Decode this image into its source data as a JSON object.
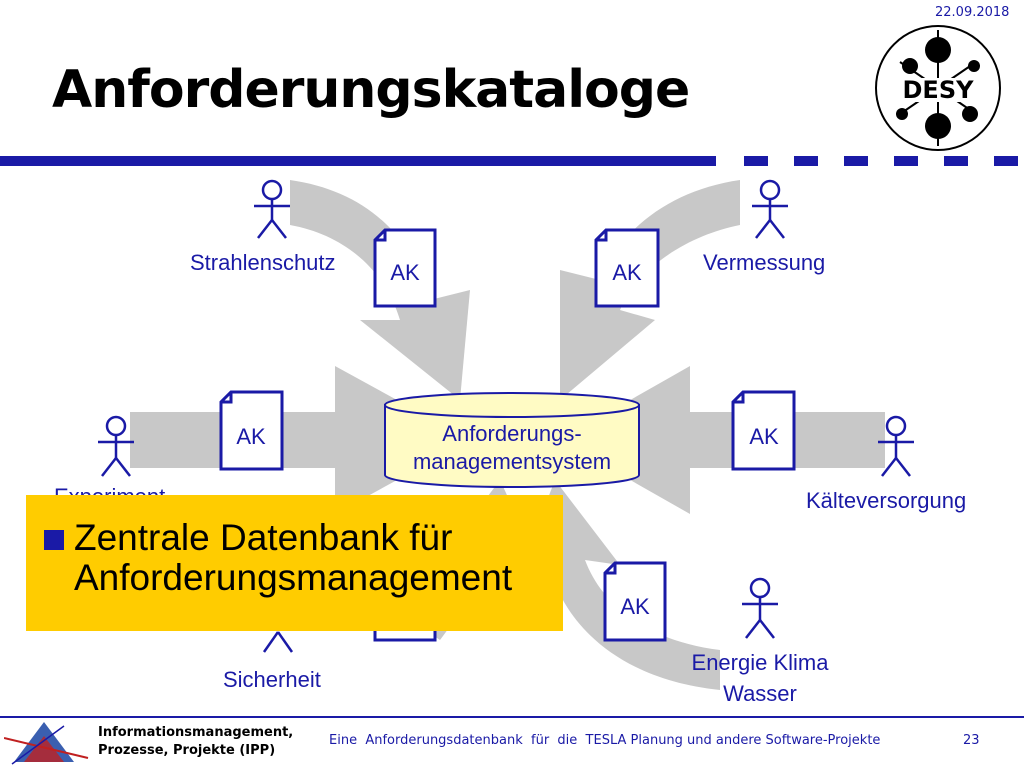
{
  "date": "22.09.2018",
  "title": "Anforderungskataloge",
  "logo": {
    "text": "DESY"
  },
  "colors": {
    "primary_blue": "#1a1aa6",
    "arrow_gray": "#c8c8c8",
    "db_fill": "#fffbc4",
    "callout_bg": "#ffcc00"
  },
  "diagram": {
    "center_db": {
      "line1": "Anforderungs-",
      "line2": "managementsystem"
    },
    "doc_label": "AK",
    "actors": [
      {
        "label": "Strahlenschutz"
      },
      {
        "label": "Vermessung"
      },
      {
        "label": "Experiment"
      },
      {
        "label": "Kälteversorgung"
      },
      {
        "label": "Sicherheit"
      },
      {
        "label": "Energie Klima Wasser"
      }
    ],
    "energie_line1": "Energie Klima",
    "energie_line2": "Wasser"
  },
  "callout": {
    "line1": "Zentrale Datenbank für",
    "line2": "Anforderungsmanagement"
  },
  "footer": {
    "org_line1": "Informationsmanagement,",
    "org_line2": "Prozesse, Projekte (IPP)",
    "presentation_title": "Eine  Anforderungsdatenbank  für  die  TESLA Planung und andere Software-Projekte",
    "page_number": "23"
  }
}
